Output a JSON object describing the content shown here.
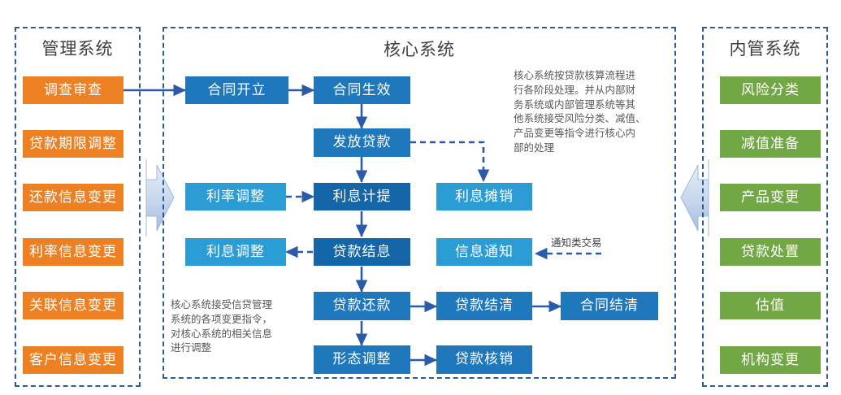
{
  "diagram": {
    "title_left": "管理系统",
    "title_center": "核心系统",
    "title_right": "内管系统"
  },
  "left_panel": {
    "title": "管理系统",
    "color": "#ee8024",
    "items": [
      {
        "label": "调查审查"
      },
      {
        "label": "贷款期限调整"
      },
      {
        "label": "还款信息变更"
      },
      {
        "label": "利率信息变更"
      },
      {
        "label": "关联信息变更"
      },
      {
        "label": "客户信息变更"
      }
    ]
  },
  "right_panel": {
    "title": "内管系统",
    "color": "#72a746",
    "items": [
      {
        "label": "风险分类"
      },
      {
        "label": "减值准备"
      },
      {
        "label": "产品变更"
      },
      {
        "label": "贷款处置"
      },
      {
        "label": "估值"
      },
      {
        "label": "机构变更"
      }
    ]
  },
  "center_panel": {
    "title": "核心系统",
    "nodes": [
      {
        "id": "contract_open",
        "label": "合同开立",
        "tone": "blue-mid"
      },
      {
        "id": "contract_effect",
        "label": "合同生效",
        "tone": "blue-mid"
      },
      {
        "id": "loan_disburse",
        "label": "发放贷款",
        "tone": "blue-mid"
      },
      {
        "id": "rate_adjust",
        "label": "利率调整",
        "tone": "blue-light"
      },
      {
        "id": "interest_accrue",
        "label": "利息计提",
        "tone": "blue-deep"
      },
      {
        "id": "interest_amort",
        "label": "利息摊销",
        "tone": "blue-light"
      },
      {
        "id": "interest_adjust",
        "label": "利息调整",
        "tone": "blue-light"
      },
      {
        "id": "loan_settle_int",
        "label": "贷款结息",
        "tone": "blue-deep"
      },
      {
        "id": "info_notify",
        "label": "信息通知",
        "tone": "blue-light"
      },
      {
        "id": "loan_repay",
        "label": "贷款还款",
        "tone": "blue-mid"
      },
      {
        "id": "loan_cleared",
        "label": "贷款结清",
        "tone": "blue-mid"
      },
      {
        "id": "contract_cleared",
        "label": "合同结清",
        "tone": "blue-mid"
      },
      {
        "id": "status_adjust",
        "label": "形态调整",
        "tone": "blue-mid"
      },
      {
        "id": "loan_writeoff",
        "label": "贷款核销",
        "tone": "blue-mid"
      }
    ],
    "notes": [
      {
        "id": "note-core-right",
        "text": "核心系统按贷款核算流程进\n行各阶段处理。并从内部财\n务系统或内部管理系统等其\n他系统接受风险分类、减值、\n产品变更等指令进行核心内\n部的处理"
      },
      {
        "id": "note-core-left",
        "text": "核心系统接受信贷管理\n系统的各项变更指令，\n对核心系统的相关信息\n进行调整"
      }
    ],
    "edge_labels": [
      {
        "id": "notify-trades",
        "text": "通知类交易"
      }
    ]
  },
  "colors": {
    "orange": "#ee8024",
    "green": "#72a746",
    "blue_mid": "#1f77bc",
    "blue_deep": "#1466a8",
    "blue_light": "#2b9dd4",
    "panel_border": "#2e5b9a",
    "arrow": "#2b5ba8",
    "block_arrow": "#b9cbe6"
  }
}
